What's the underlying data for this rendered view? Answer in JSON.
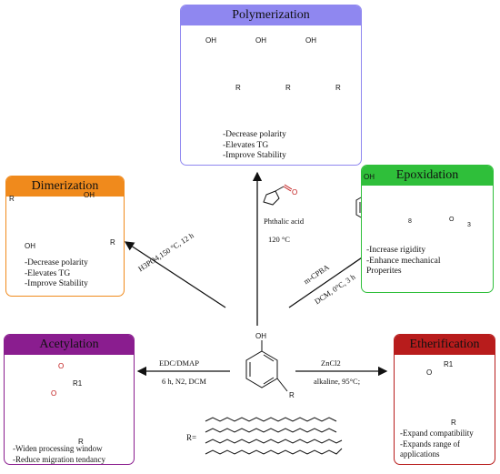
{
  "center": {
    "oh": "OH",
    "r": "R",
    "r_eq": "R="
  },
  "colors": {
    "polymerization": "#8f87f0",
    "dimerization": "#f08a1c",
    "epoxidation": "#2fbf3a",
    "acetylation": "#8a1d8f",
    "etherification": "#b81c1c"
  },
  "polymerization": {
    "title": "Polymerization",
    "notes": "-Decrease polarity\n-Elevates TG\n-Improve Stability",
    "oh": "OH",
    "r": "R"
  },
  "dimerization": {
    "title": "Dimerization",
    "notes": "-Decrease polarity\n-Elevates TG\n-Improve Stability",
    "oh": "OH",
    "r": "R"
  },
  "epoxidation": {
    "title": "Epoxidation",
    "notes": "-Increase rigidity\n-Enhance mechanical\nProperites",
    "oh": "OH",
    "n8": "8",
    "n3": "3",
    "o": "O"
  },
  "acetylation": {
    "title": "Acetylation",
    "notes": "-Widen processing window\n-Reduce migration tendancy",
    "o": "O",
    "r1": "R1",
    "r": "R"
  },
  "etherification": {
    "title": "Etherification",
    "notes": "-Expand compatibility\n-Expands range of\napplications",
    "o": "O",
    "r1": "R1",
    "r": "R"
  },
  "conditions": {
    "polymerization_reagent": "Phthalic acid",
    "polymerization_temp": "120 °C",
    "dimerization": "H3PO4,150 °C, 12 h",
    "epoxidation_reagent": "m-CPBA",
    "epoxidation_cond": "DCM, 0°C, 3 h",
    "acetylation_reagent": "EDC/DMAP",
    "acetylation_cond": "6 h, N2, DCM",
    "etherification_reagent": "ZnCl2",
    "etherification_cond": "alkaline, 95°C;",
    "furfural_o": "O"
  }
}
